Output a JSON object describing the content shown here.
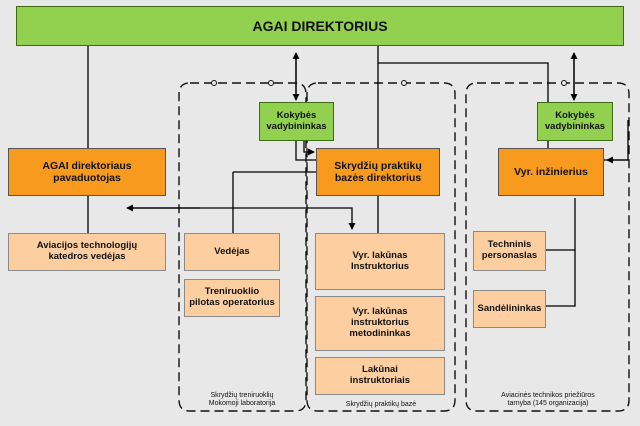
{
  "top": {
    "title": "AGAI DIREKTORIUS"
  },
  "nodes": {
    "deputy": "AGAI direktoriaus\npavaduotojas",
    "dept_head": "Aviacijos technologijų\nkatedros vedėjas",
    "quality_left": "Kokybės\nvadybininkas",
    "quality_right": "Kokybės\nvadybininkas",
    "base_director": "Skrydžių praktikų\nbazės direktorius",
    "chief_engineer": "Vyr. inžinierius",
    "manager": "Vedėjas",
    "simulator_operator": "Treniruoklio\npilotas operatorius",
    "chief_instructors": "Vyr. lakūnas\nInstruktorius",
    "chief_methodists": "Vyr. lakūnas\ninstruktorius\nmetodininkas",
    "instructors": "Lakūnai\ninstruktoriais",
    "technical_staff": "Techninis\npersonaslas",
    "storekeeper": "Sandėlininkas"
  },
  "groups": {
    "simulator_lab": "Skrydžių treniruoklių\nMokomoji laboratorija",
    "practice_base": "Skrydžių praktikų bazė",
    "maintenance": "Aviacinės technikos priežiūros\ntarnyba (145 organizacija)"
  }
}
